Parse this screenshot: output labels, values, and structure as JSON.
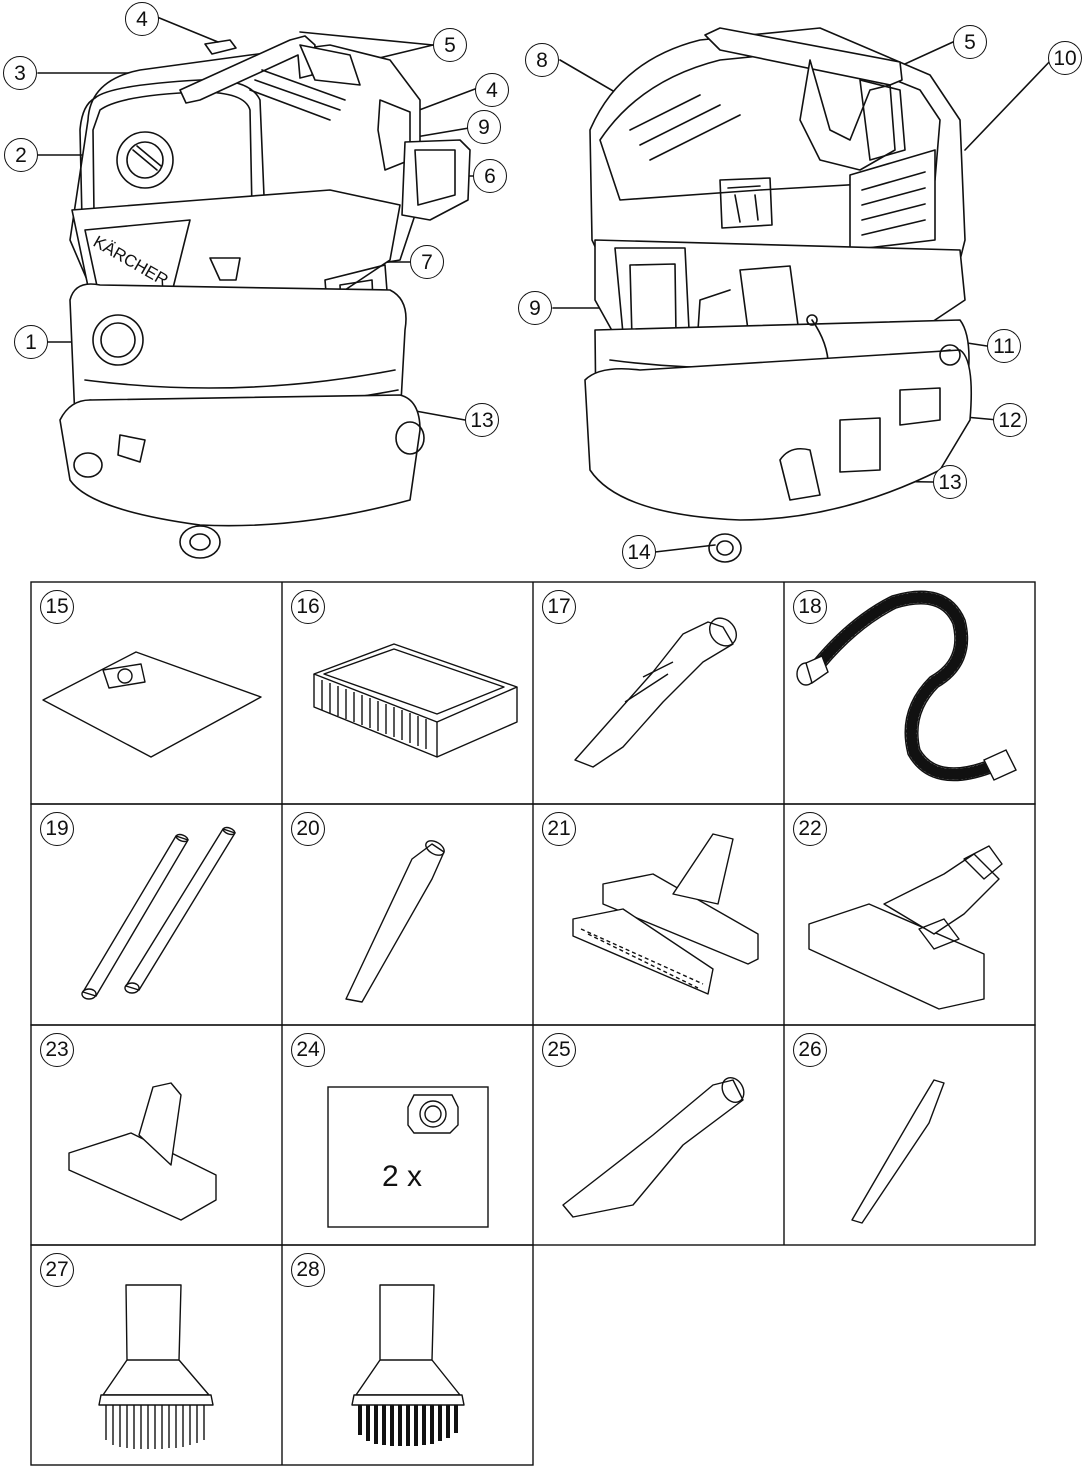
{
  "callouts_left": [
    "4",
    "5",
    "3",
    "4",
    "9",
    "2",
    "6",
    "7",
    "1",
    "13"
  ],
  "callouts_right": [
    "8",
    "5",
    "10",
    "9",
    "11",
    "12",
    "13",
    "14"
  ],
  "accessories": [
    {
      "num": "15",
      "icon": "dust-bag-icon"
    },
    {
      "num": "16",
      "icon": "flat-pleated-filter-icon"
    },
    {
      "num": "17",
      "icon": "suction-handle-icon"
    },
    {
      "num": "18",
      "icon": "suction-hose-icon"
    },
    {
      "num": "19",
      "icon": "extension-tubes-icon"
    },
    {
      "num": "20",
      "icon": "crevice-nozzle-icon"
    },
    {
      "num": "21",
      "icon": "floor-nozzle-switchable-icon"
    },
    {
      "num": "22",
      "icon": "floor-nozzle-icon"
    },
    {
      "num": "23",
      "icon": "upholstery-nozzle-icon"
    },
    {
      "num": "24",
      "icon": "filter-bag-pair-icon"
    },
    {
      "num": "25",
      "icon": "wide-nozzle-icon"
    },
    {
      "num": "26",
      "icon": "narrow-crevice-nozzle-icon"
    },
    {
      "num": "27",
      "icon": "soft-brush-icon"
    },
    {
      "num": "28",
      "icon": "hard-brush-icon"
    }
  ],
  "quantity_label": "2 x",
  "brand_label": "KÄRCHER"
}
